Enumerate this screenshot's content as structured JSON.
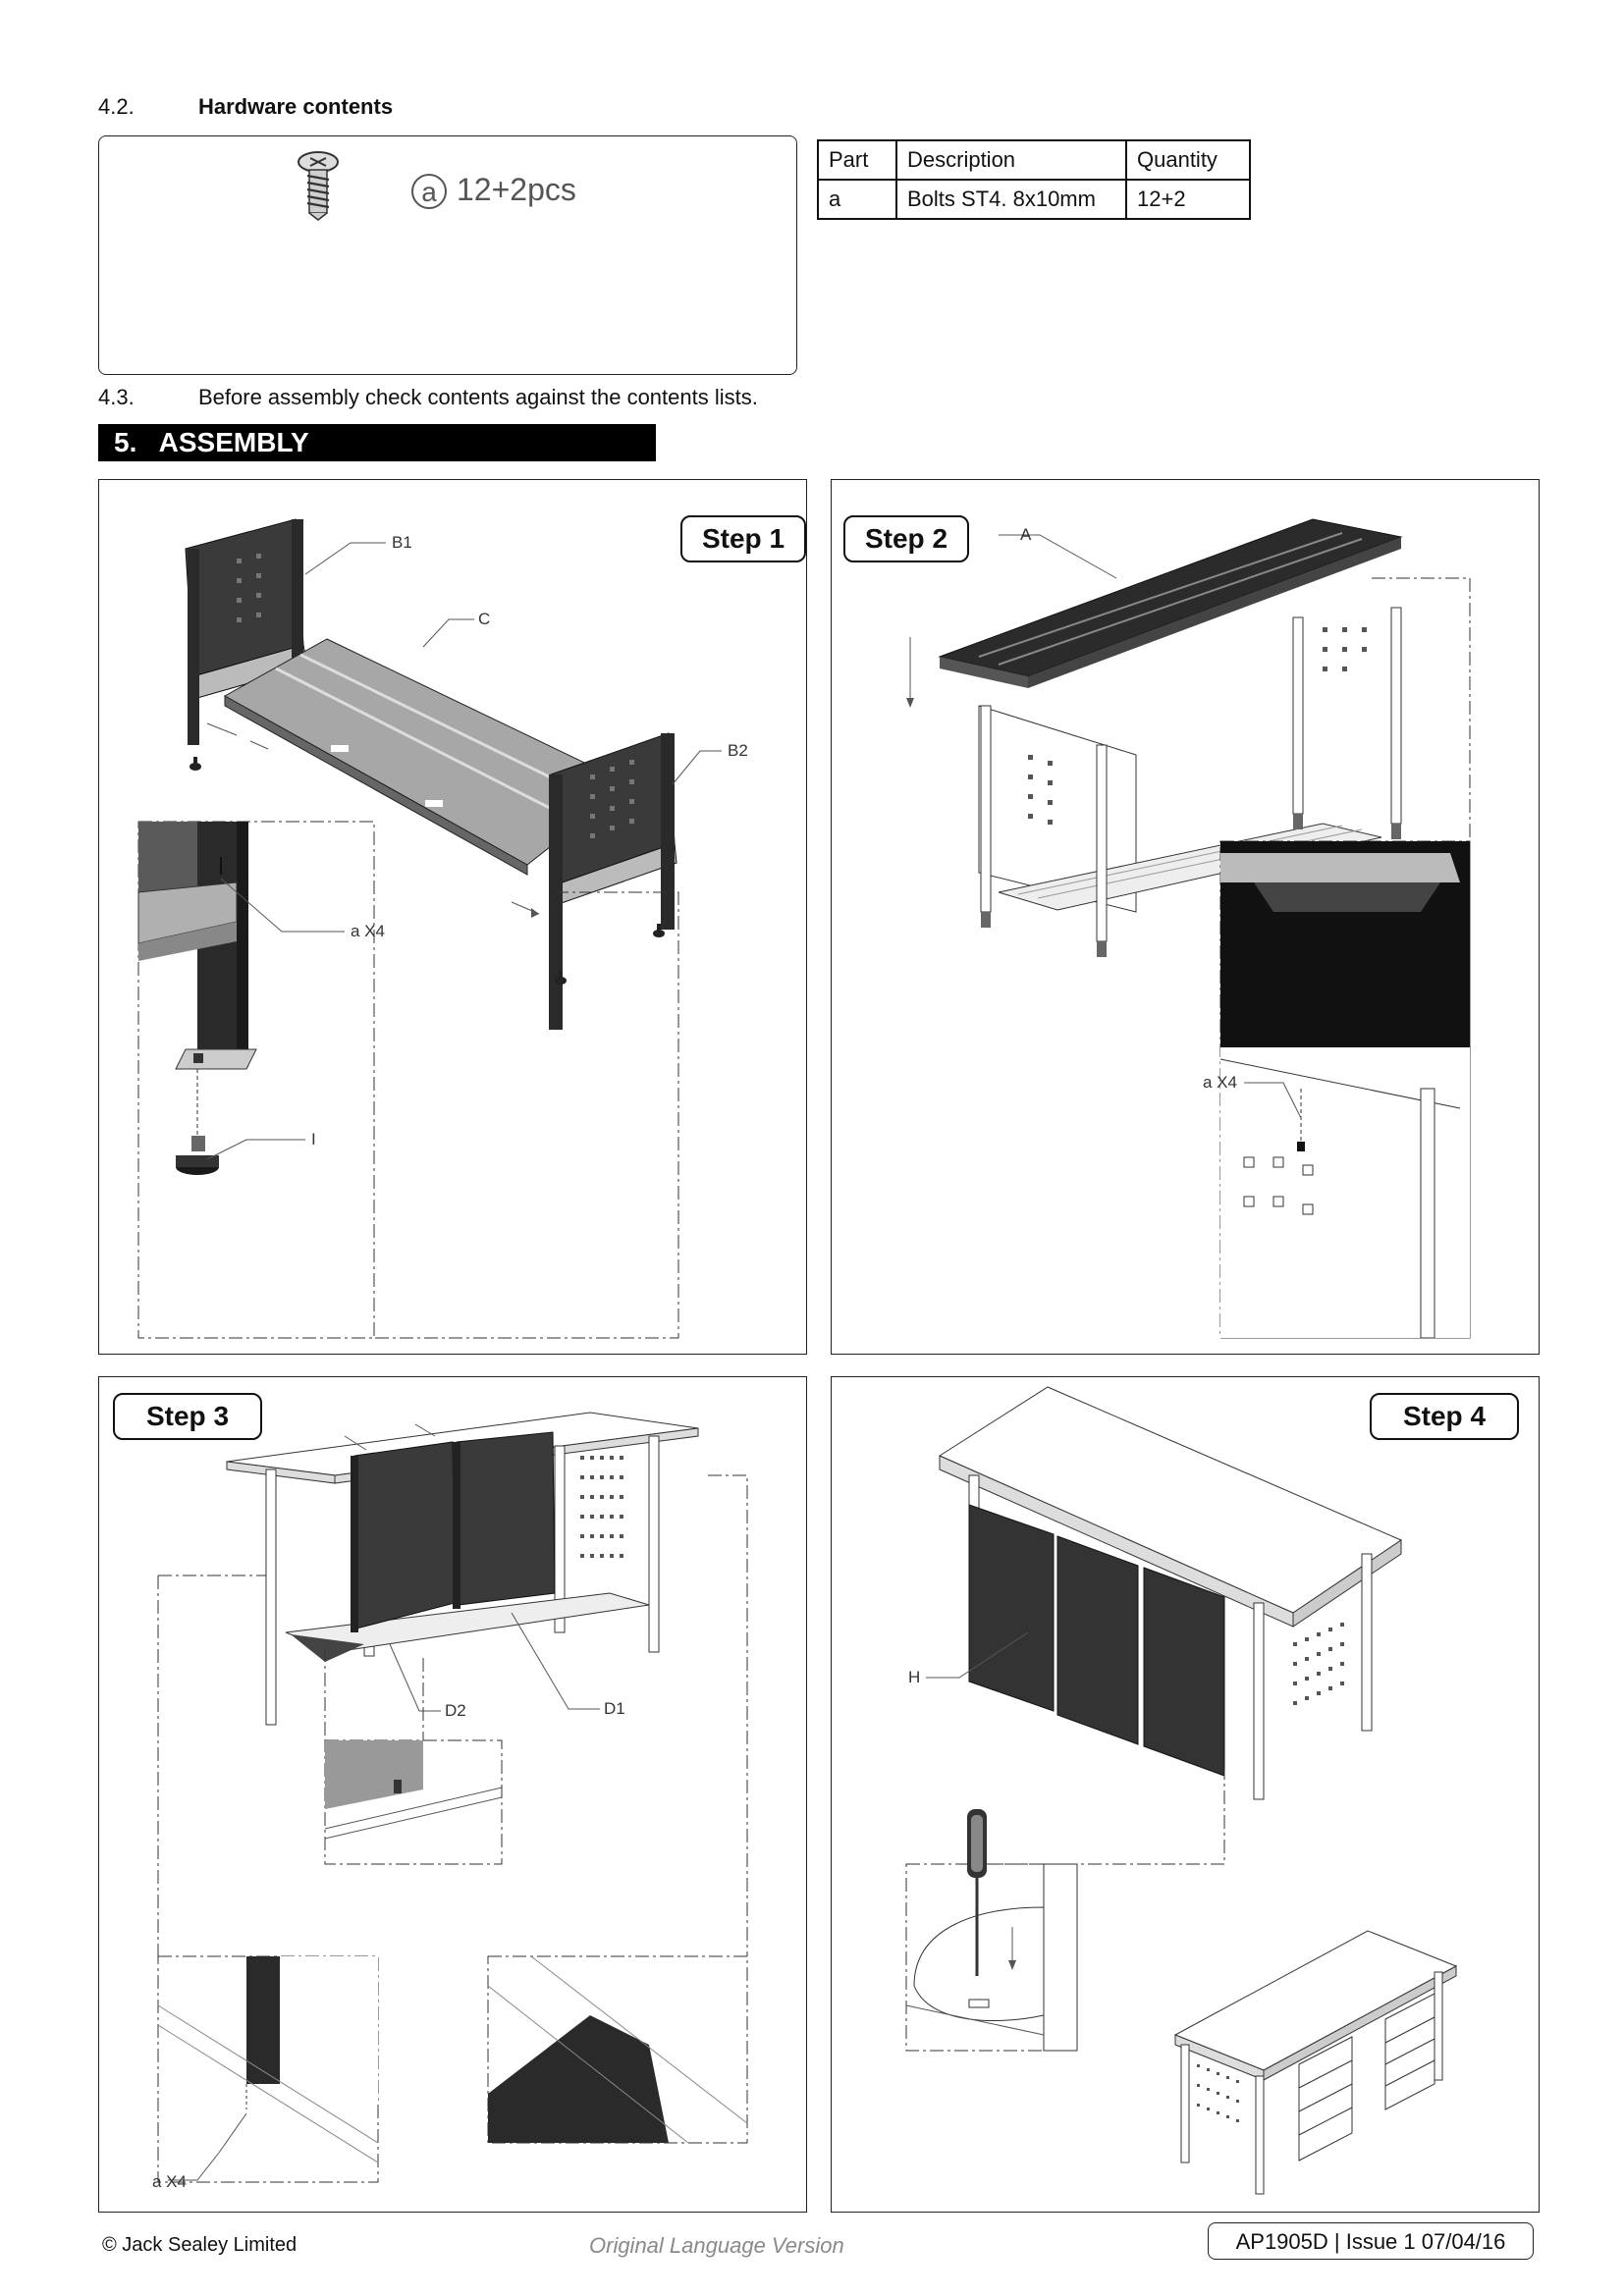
{
  "section_4_2": {
    "number": "4.2.",
    "title": "Hardware contents"
  },
  "hardware_box": {
    "item_letter": "a",
    "item_qty": "12+2pcs"
  },
  "parts_table": {
    "headers": [
      "Part",
      "Description",
      "Quantity"
    ],
    "rows": [
      [
        "a",
        "Bolts ST4. 8x10mm",
        "12+2"
      ]
    ]
  },
  "section_4_3": {
    "number": "4.3.",
    "text": "Before assembly check contents against the contents lists."
  },
  "section_5": {
    "title": "5.   ASSEMBLY"
  },
  "steps": {
    "step1": {
      "label": "Step 1",
      "callouts": [
        "B1",
        "C",
        "B2",
        "a X4",
        "I"
      ]
    },
    "step2": {
      "label": "Step 2",
      "callouts": [
        "A",
        "a X4"
      ]
    },
    "step3": {
      "label": "Step 3",
      "callouts": [
        "D2",
        "D1",
        "a X4"
      ]
    },
    "step4": {
      "label": "Step 4",
      "callouts": [
        "H"
      ]
    }
  },
  "footer": {
    "copyright": "© Jack Sealey Limited",
    "language_note": "Original Language Version",
    "doc_ref": "AP1905D | Issue 1 07/04/16"
  }
}
